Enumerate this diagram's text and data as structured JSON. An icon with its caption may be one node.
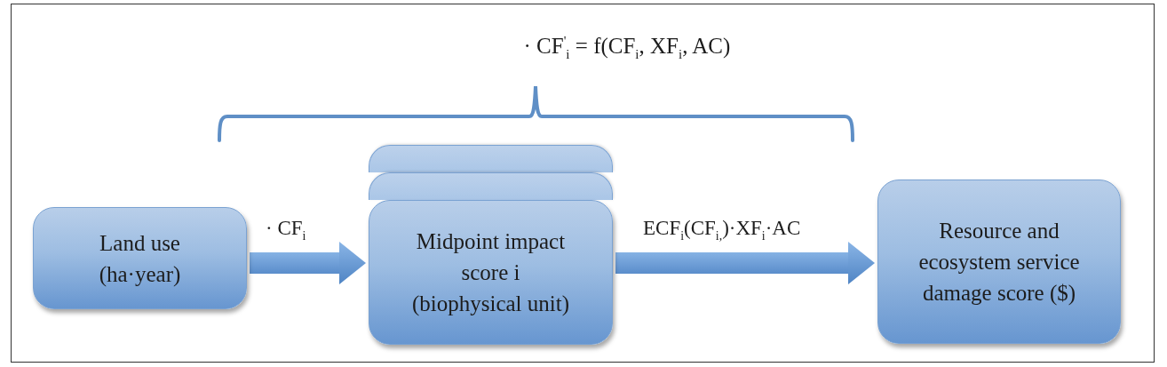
{
  "diagram": {
    "nodes": [
      {
        "text": [
          "Land use (ha·year)"
        ]
      },
      {
        "text": [],
        "shape": "box"
      },
      {
        "text": [],
        "shape": "box"
      },
      {
        "text": [
          "Midpoint impact score i (biophysical unit)"
        ]
      },
      {
        "text": [
          "Resource and ecosystem service damage score ($)"
        ]
      }
    ],
    "edges": [
      {
        "from": 0,
        "to": 3,
        "arrow": "to",
        "label": "· CF$_{i}$"
      },
      {
        "from": 3,
        "to": 4,
        "arrow": "to",
        "label": "ECF$_{i}$(CF$_{i,}$)·XF$_{i}$·AC"
      }
    ],
    "labels": [
      "· CF$^{'}$$_{i}$ = f(CF$_{i}$, XF$_{i}$, AC)"
    ]
  }
}
